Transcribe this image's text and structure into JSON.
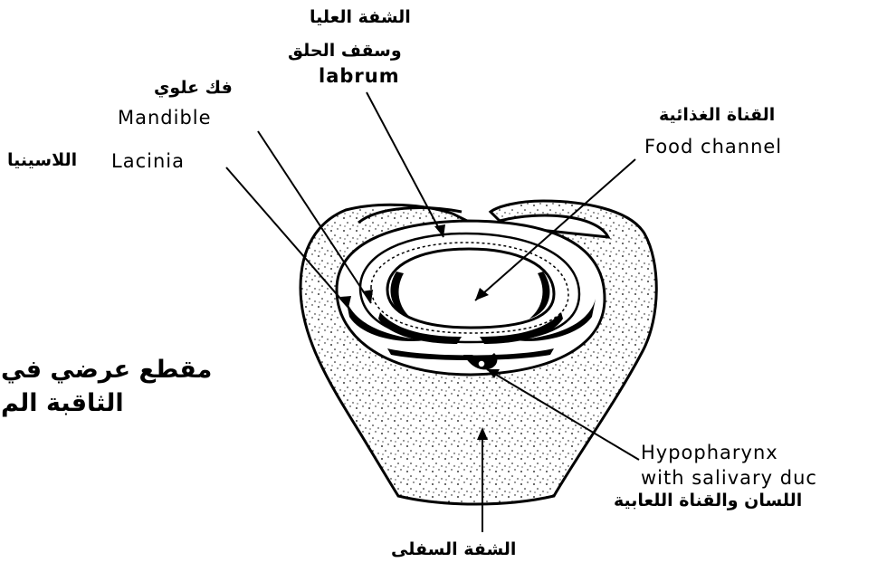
{
  "labels": {
    "labrum_ar_1": "الشفة العليا",
    "labrum_ar_2": "وسقف الحلق",
    "labrum_en": "labrum",
    "mandible_ar": "فك علوي",
    "mandible_en": "Mandible",
    "lacinia_en": "Lacinia",
    "lacinia_ar": "اللاسينيا",
    "food_channel_ar": "القناة الغذائية",
    "food_channel_en": "Food channel",
    "hypopharynx_en_1": "Hypopharynx",
    "hypopharynx_en_2": "with salivary duc",
    "hypopharynx_ar": "اللسان والقناة اللعابية",
    "labium_ar": "الشفة السفلى",
    "side_title_1": "مقطع عرضي في",
    "side_title_2": "الثاقبة الم"
  }
}
